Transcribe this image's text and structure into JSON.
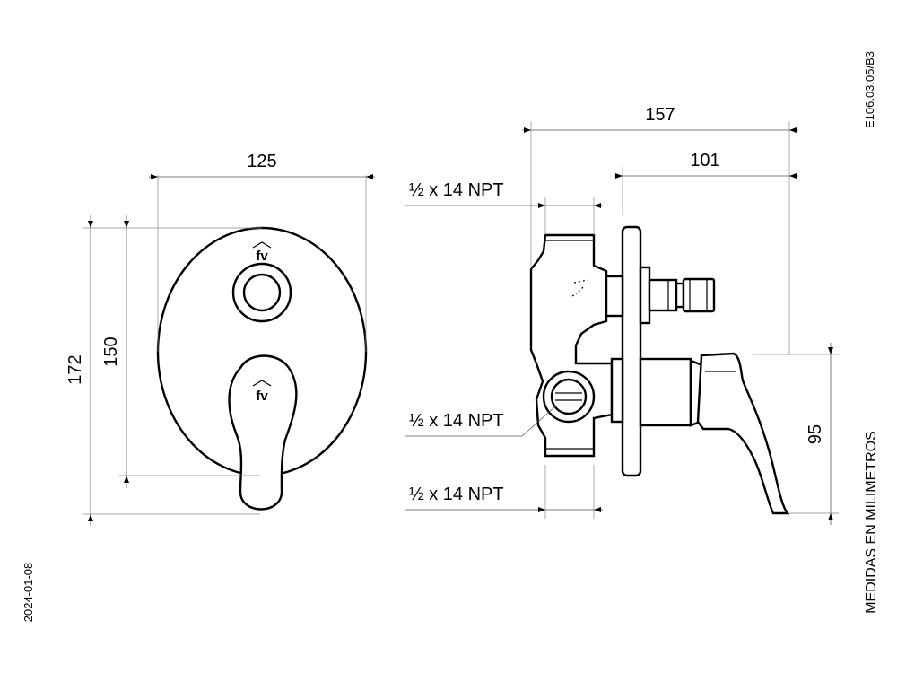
{
  "document_code": "E106.03.05/B3",
  "date": "2024-01-08",
  "units_note": "MEDIDAS EN MILIMETROS",
  "logo_text": "fv",
  "front_view": {
    "width": "125",
    "height_total": "172",
    "height_plate": "150"
  },
  "side_view": {
    "depth_total": "157",
    "depth_trim": "101",
    "spout_height": "95",
    "thread_top": "½ x 14 NPT",
    "thread_middle": "½ x 14 NPT",
    "thread_bottom": "½ x 14 NPT"
  }
}
